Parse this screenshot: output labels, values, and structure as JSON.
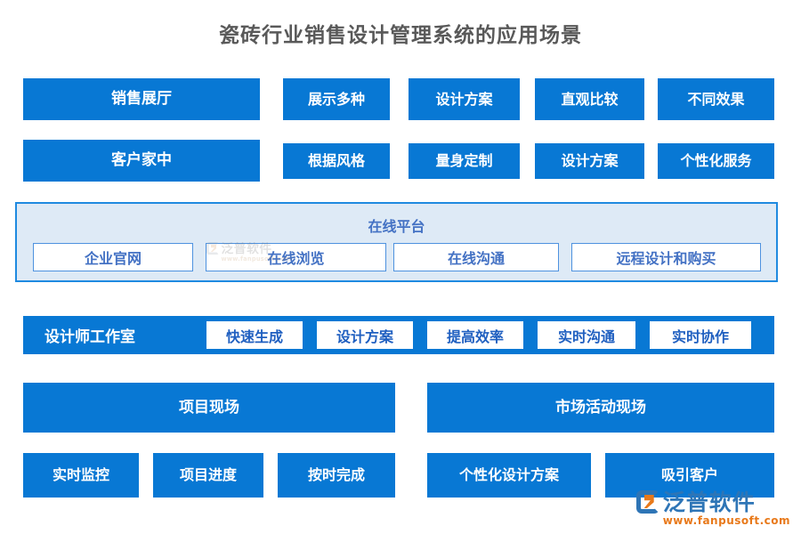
{
  "title": "瓷砖行业销售设计管理系统的应用场景",
  "colors": {
    "primary_blue": "#0878D4",
    "panel_bg": "#DEEAF6",
    "panel_border": "#1F8AE0",
    "panel_text": "#4472C4",
    "title_text": "#595959",
    "watermark_blue": "#2E75B6",
    "watermark_orange": "#E8791A"
  },
  "rows": [
    {
      "name": "sales-showroom",
      "label": "销售展厅",
      "items": [
        "展示多种",
        "设计方案",
        "直观比较",
        "不同效果"
      ]
    },
    {
      "name": "customer-home",
      "label": "客户家中",
      "items": [
        "根据风格",
        "量身定制",
        "设计方案",
        "个性化服务"
      ]
    }
  ],
  "platform": {
    "title": "在线平台",
    "items": [
      "企业官网",
      "在线浏览",
      "在线沟通",
      "远程设计和购买"
    ]
  },
  "studio": {
    "label": "设计师工作室",
    "items": [
      "快速生成",
      "设计方案",
      "提高效率",
      "实时沟通",
      "实时协作"
    ]
  },
  "sites": {
    "left": "项目现场",
    "right": "市场活动现场"
  },
  "bottom": {
    "items": [
      "实时监控",
      "项目进度",
      "按时完成",
      "个性化设计方案",
      "吸引客户"
    ]
  },
  "watermark": {
    "brand": "泛普软件",
    "url": "www.fanpusoft.com"
  }
}
